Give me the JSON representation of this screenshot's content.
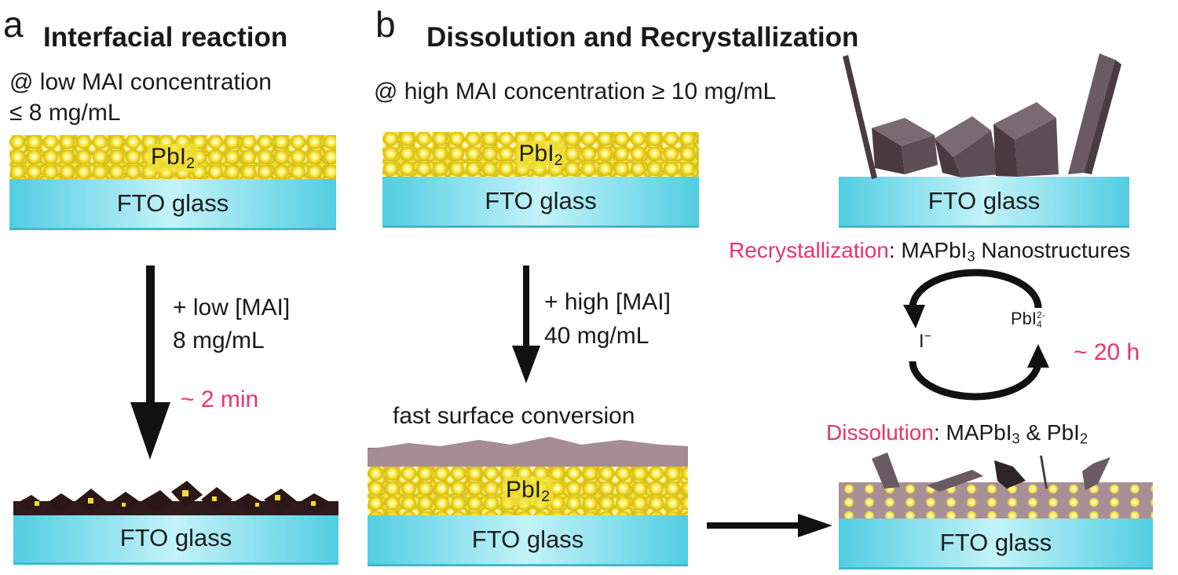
{
  "panel_a": {
    "letter": "a",
    "heading": "Interfacial reaction",
    "condition_line1": "@ low MAI concentration",
    "condition_line2": "≤ 8 mg/mL",
    "pbi2_base": "PbI",
    "pbi2_sub": "2",
    "glass_top": "FTO glass",
    "arrow_label_line1": "+ low [MAI]",
    "arrow_label_line2": "8 mg/mL",
    "time": "~ 2 min",
    "glass_bottom": "FTO glass"
  },
  "panel_b": {
    "letter": "b",
    "heading": "Dissolution and Recrystallization",
    "condition": "@ high MAI concentration ≥ 10 mg/mL",
    "pbi2_base": "PbI",
    "pbi2_sub": "2",
    "glass_top_left": "FTO glass",
    "arrow_label_line1": "+ high [MAI]",
    "arrow_label_line2": "40 mg/mL",
    "surface_label": "fast surface conversion",
    "pbi2_bottom_base": "PbI",
    "pbi2_bottom_sub": "2",
    "glass_bottom_left": "FTO glass",
    "glass_top_right": "FTO glass",
    "recryst_keyword": "Recrystallization",
    "recryst_rest": ": MAPbI",
    "recryst_sub": "3",
    "recryst_tail": " Nanostructures",
    "cycle_left_ion": "I",
    "cycle_left_charge": "−",
    "cycle_right_ion_base": "PbI",
    "cycle_right_ion_sub": "4",
    "cycle_right_ion_charge": "2-",
    "time": "~ 20 h",
    "dissolution_keyword": "Dissolution",
    "dissolution_rest": ": MAPbI",
    "dissolution_sub": "3",
    "dissolution_tail": " & PbI",
    "dissolution_sub2": "2",
    "glass_bottom_right": "FTO glass"
  },
  "colors": {
    "glass": "#52cde2",
    "pbi2": "#f1e23a",
    "perovskite": "#5e4850",
    "accent": "#e8336e"
  }
}
